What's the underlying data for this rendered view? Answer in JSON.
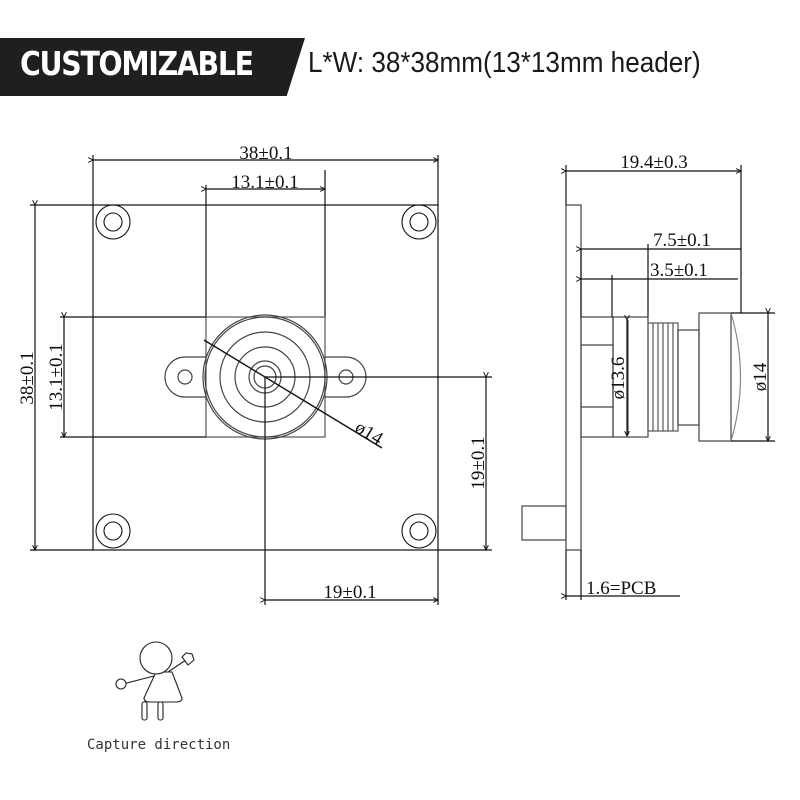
{
  "header": {
    "badge_label": "CUSTOMIZABLE",
    "spec_text": "L*W: 38*38mm(13*13mm header)",
    "badge_color": "#1f1f1f"
  },
  "front_view": {
    "width_dim": "38±0.1",
    "header_width_dim": "13.1±0.1",
    "height_dim": "38±0.1",
    "header_height_dim": "13.1±0.1",
    "lens_diameter_dim": "ø14",
    "center_y_dim": "19±0.1",
    "center_x_dim": "19±0.1"
  },
  "side_view": {
    "total_length_dim": "19.4±0.3",
    "holder_dim": "7.5±0.1",
    "base_dim": "3.5±0.1",
    "thread_diameter_dim": "ø13.6",
    "lens_diameter_dim": "ø14",
    "pcb_dim": "1.6=PCB"
  },
  "legend": {
    "icon": "person-waving-icon",
    "caption": "Capture direction"
  }
}
